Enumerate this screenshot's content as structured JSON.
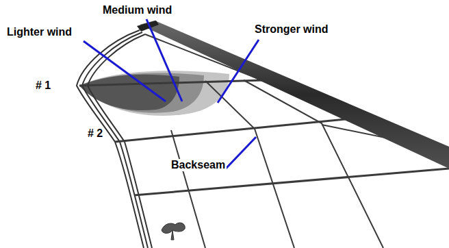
{
  "diagram": {
    "labels": [
      "Lighter wind",
      "Medium wind",
      "Stronger wind",
      "# 1",
      "# 2",
      "Backseam"
    ]
  }
}
